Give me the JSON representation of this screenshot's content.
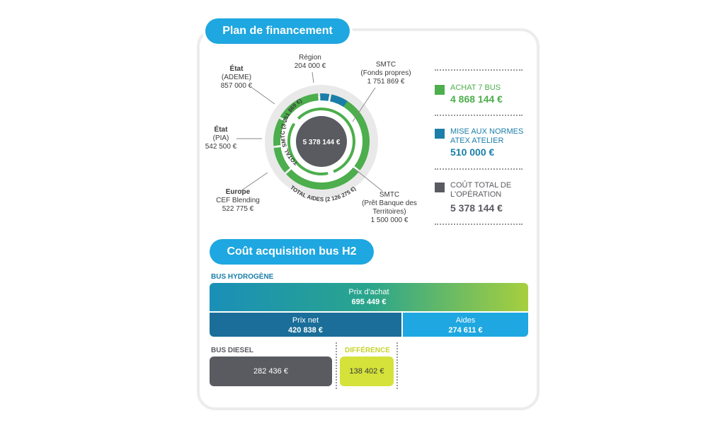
{
  "plan_title": "Plan de financement",
  "acq_title": "Coût acquisition bus H2",
  "colors": {
    "blue": "#1ea7e0",
    "green": "#4cae4c",
    "teal": "#1a7ea8",
    "grey": "#5a5b61",
    "yellow": "#d4e23a"
  },
  "chart_data": [
    {
      "type": "pie",
      "center_label": "5 378 144 €",
      "inner_ring_labels": {
        "smtc": "TOTAL SMTC (3 251 869 €)",
        "aides": "TOTAL AIDES (2 126 275 €)"
      },
      "slices": [
        {
          "name": "Région",
          "sub": "",
          "value_label": "204 000 €",
          "value": 204000,
          "category": "atex"
        },
        {
          "name": "SMTC",
          "sub": "(Fonds propres)",
          "value_label": "1 751 869 €",
          "value": 1751869,
          "category": "mixed"
        },
        {
          "name": "SMTC",
          "sub": "(Prêt Banque des Territoires)",
          "value_label": "1 500 000 €",
          "value": 1500000,
          "category": "bus"
        },
        {
          "name": "Europe",
          "sub": "CEF Blending",
          "value_label": "522 775 €",
          "value": 522775,
          "category": "bus"
        },
        {
          "name": "État",
          "sub": "(PIA)",
          "value_label": "542 500 €",
          "value": 542500,
          "category": "bus"
        },
        {
          "name": "État",
          "sub": "(ADEME)",
          "value_label": "857 000 €",
          "value": 857000,
          "category": "bus"
        }
      ]
    },
    {
      "type": "bar",
      "sections": {
        "hydrogen": "BUS HYDROGÈNE",
        "diesel": "BUS DIESEL",
        "difference": "DIFFÉRENCE"
      },
      "bars": [
        {
          "name": "Prix d'achat",
          "value": 695449,
          "value_label": "695 449 €"
        },
        {
          "name": "Prix net",
          "value": 420838,
          "value_label": "420 838 €"
        },
        {
          "name": "Aides",
          "value": 274611,
          "value_label": "274 611 €"
        },
        {
          "name": "",
          "value": 282436,
          "value_label": "282 436 €"
        },
        {
          "name": "",
          "value": 138402,
          "value_label": "138 402 €"
        }
      ]
    }
  ],
  "legend": [
    {
      "label": "ACHAT 7 BUS",
      "value": "4 868 144 €",
      "color": "#4cae4c"
    },
    {
      "label": "MISE AUX NORMES ATEX ATELIER",
      "value": "510 000 €",
      "color": "#1a7ea8"
    },
    {
      "label": "COÛT TOTAL DE L'OPÉRATION",
      "value": "5 378 144 €",
      "color": "#5a5b61"
    }
  ]
}
